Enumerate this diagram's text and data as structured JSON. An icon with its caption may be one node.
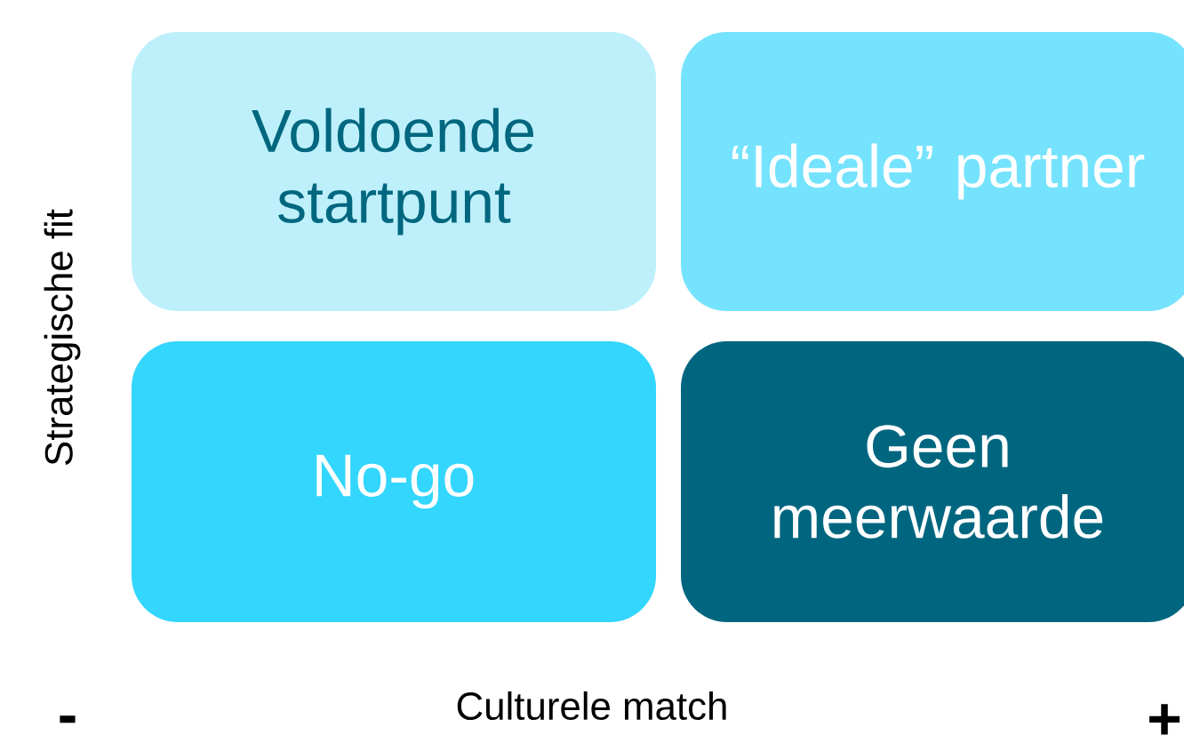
{
  "diagram": {
    "nodes": [
      {
        "text": [
          "Voldoende startpunt"
        ]
      },
      {
        "text": [
          "“Ideale” partner"
        ]
      },
      {
        "text": [
          "No-go"
        ]
      },
      {
        "text": [
          "Geen meerwaarde"
        ]
      }
    ],
    "labels": [
      "Strategische fit",
      "Culturele match",
      "-",
      "+"
    ]
  }
}
